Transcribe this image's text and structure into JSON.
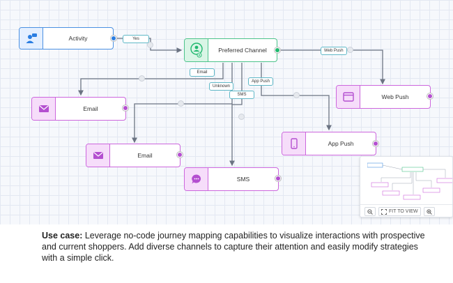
{
  "nodes": {
    "activity": {
      "label": "Activity",
      "icon": "user-chat-icon"
    },
    "preferred_channel": {
      "label": "Preferred Channel",
      "icon": "user-target-icon"
    },
    "web_push": {
      "label": "Web Push",
      "icon": "browser-window-icon"
    },
    "email_1": {
      "label": "Email",
      "icon": "envelope-icon"
    },
    "email_2": {
      "label": "Email",
      "icon": "envelope-icon"
    },
    "app_push": {
      "label": "App Push",
      "icon": "mobile-phone-icon"
    },
    "sms": {
      "label": "SMS",
      "icon": "chat-bubble-icon"
    }
  },
  "edge_labels": {
    "yes": "Yes",
    "web_push": "Web Push",
    "email": "Email",
    "unknown": "Unknown",
    "sms": "SMS",
    "app_push": "App Push"
  },
  "minimap": {
    "zoom_out_icon": "zoom-out-icon",
    "fit_icon": "fit-to-view-icon",
    "fit_label": "FIT TO VIEW",
    "zoom_in_icon": "zoom-in-icon"
  },
  "caption": {
    "lead": "Use case:",
    "body": " Leverage no-code journey mapping capabilities to visualize interactions with prospective and current shoppers. Add diverse channels to capture their attention and easily modify strategies with a simple click."
  },
  "colors": {
    "trigger_blue": "#4a90e2",
    "condition_green": "#4cc38a",
    "action_pink": "#cc66dd",
    "connector_gray": "#6b7382",
    "label_teal": "#5fb8c7"
  }
}
